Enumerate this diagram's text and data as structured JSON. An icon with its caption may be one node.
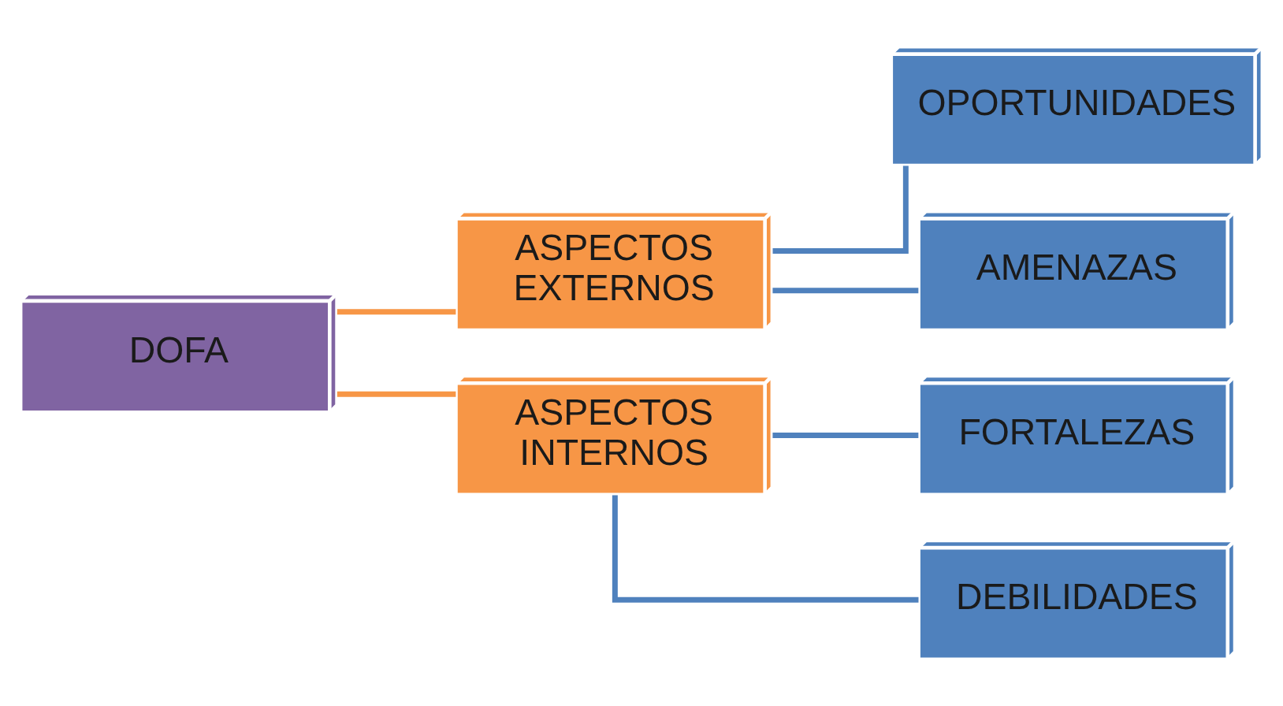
{
  "diagram": {
    "nodes": [
      {
        "text": [
          "DOFA"
        ]
      },
      {
        "text": [
          "ASPECTOS EXTERNOS"
        ]
      },
      {
        "text": [
          "ASPECTOS INTERNOS"
        ]
      },
      {
        "text": [
          "OPORTUNIDADES"
        ]
      },
      {
        "text": [
          "AMENAZAS"
        ]
      },
      {
        "text": [
          "FORTALEZAS"
        ]
      },
      {
        "text": [
          "DEBILIDADES"
        ]
      }
    ],
    "edges": [
      {
        "from": 0,
        "to": 1,
        "arrow": "none",
        "color": "#f79646"
      },
      {
        "from": 0,
        "to": 2,
        "arrow": "none",
        "color": "#f79646"
      },
      {
        "from": 1,
        "to": 3,
        "arrow": "none"
      },
      {
        "from": 1,
        "to": 4,
        "arrow": "none"
      },
      {
        "from": 2,
        "to": 5,
        "arrow": "none"
      },
      {
        "from": 2,
        "to": 6,
        "arrow": "none"
      }
    ]
  }
}
